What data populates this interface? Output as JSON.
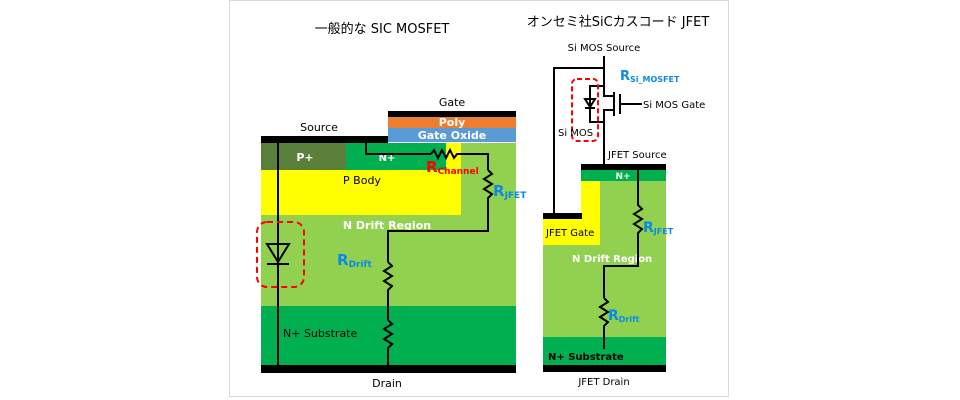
{
  "left_diagram": {
    "title": "一般的な SIC MOSFET",
    "gate_label": "Gate",
    "poly_label": "Poly",
    "gate_oxide_label": "Gate Oxide",
    "source_label": "Source",
    "p_plus_label": "P+",
    "n_plus_label": "N+",
    "p_body_label": "P Body",
    "n_drift_label": "N Drift Region",
    "n_substrate_label": "N+ Substrate",
    "drain_label": "Drain",
    "r_channel": {
      "main": "R",
      "sub": "Channel"
    },
    "r_jfet": {
      "main": "R",
      "sub": "JFET"
    },
    "r_drift": {
      "main": "R",
      "sub": "Drift"
    }
  },
  "right_diagram": {
    "title": "オンセミ社SiCカスコード JFET",
    "si_mos_source_label": "Si MOS Source",
    "r_si_mosfet": {
      "main": "R",
      "sub": "Si_MOSFET"
    },
    "si_mos_gate_label": "Si MOS Gate",
    "si_mos_label": "Si MOS",
    "jfet_source_label": "JFET Source",
    "n_plus_label": "N+",
    "jfet_gate_label": "JFET Gate",
    "n_drift_label": "N Drift Region",
    "r_jfet": {
      "main": "R",
      "sub": "JFET"
    },
    "r_drift": {
      "main": "R",
      "sub": "Drift"
    },
    "n_substrate_label": "N+ Substrate",
    "drain_label": "JFET Drain"
  },
  "colors": {
    "p_plus": "#5a7f3a",
    "n_plus": "#00b050",
    "p_body": "#ffff00",
    "n_drift": "#92d050",
    "n_substrate": "#00b050",
    "poly": "#ed7d31",
    "gate_oxide": "#5b9bd5",
    "metal": "#000000",
    "resistor_label_blue": "#0a8ae6",
    "resistor_label_red": "#ff0000",
    "highlight_box": "#ff0000"
  }
}
